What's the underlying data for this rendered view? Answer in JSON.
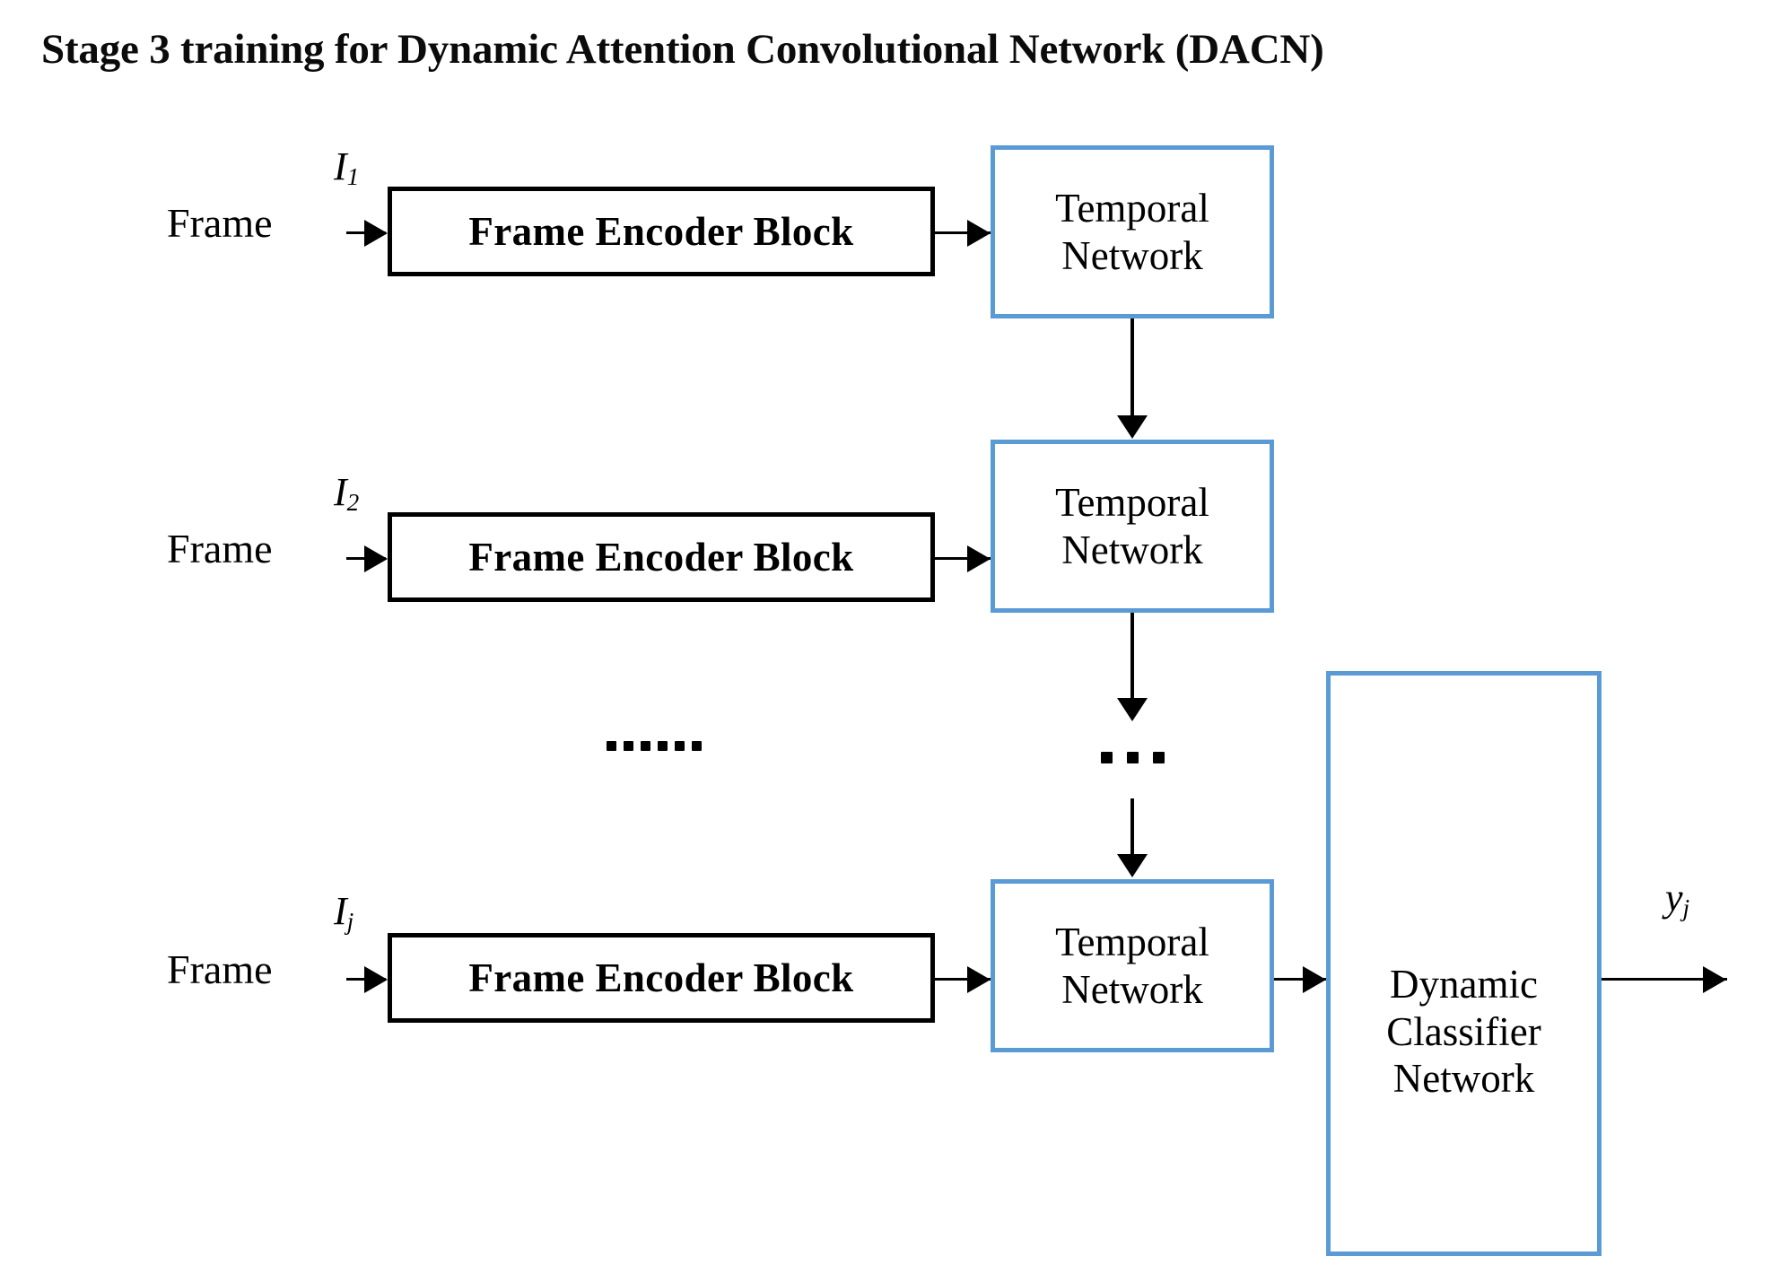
{
  "title": "Stage 3 training for Dynamic Attention Convolutional Network (DACN)",
  "rows": [
    {
      "frame_label": "Frame",
      "input_symbol": "I",
      "input_subscript": "1",
      "encoder_label": "Frame Encoder Block",
      "temporal_line1": "Temporal",
      "temporal_line2": "Network"
    },
    {
      "frame_label": "Frame",
      "input_symbol": "I",
      "input_subscript": "2",
      "encoder_label": "Frame Encoder Block",
      "temporal_line1": "Temporal",
      "temporal_line2": "Network"
    },
    {
      "frame_label": "Frame",
      "input_symbol": "I",
      "input_subscript": "j",
      "encoder_label": "Frame Encoder Block",
      "temporal_line1": "Temporal",
      "temporal_line2": "Network"
    }
  ],
  "classifier": {
    "line1": "Dynamic",
    "line2": "Classifier",
    "line3": "Network"
  },
  "output": {
    "symbol": "y",
    "subscript": "j"
  },
  "ellipsis": {
    "encoder_column": "……",
    "temporal_column": "…"
  },
  "colors": {
    "accent_blue": "#5B9BD5",
    "stroke_black": "#000000",
    "background": "#FFFFFF"
  }
}
